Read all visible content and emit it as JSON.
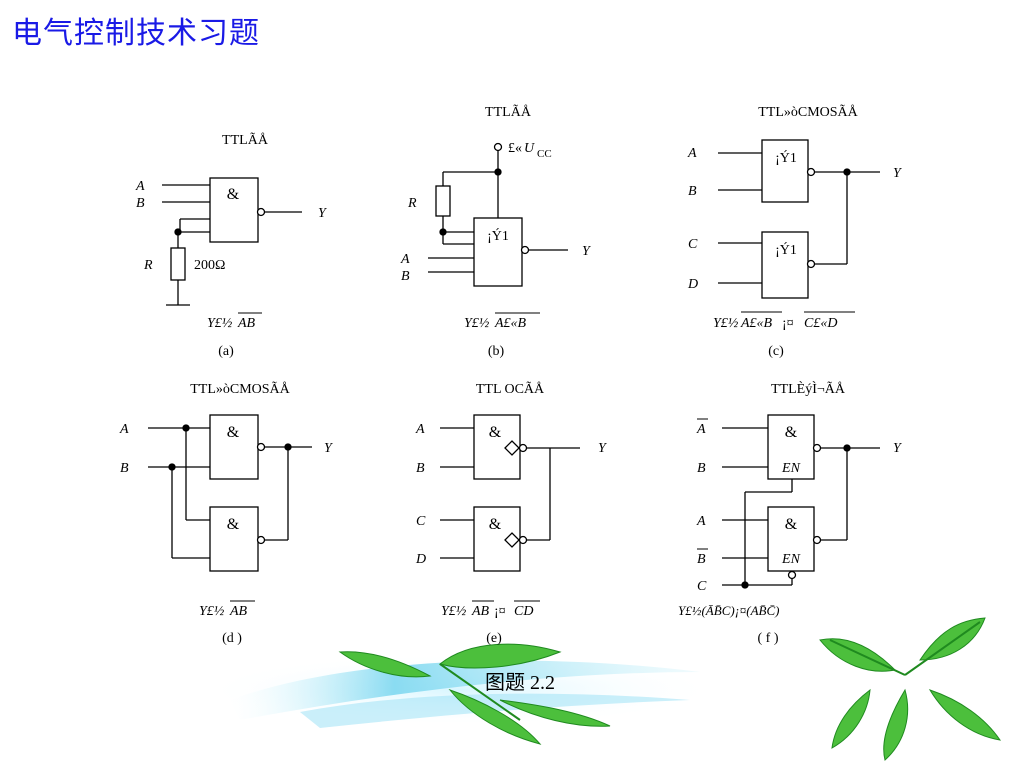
{
  "slide_title": "电气控制技术习题",
  "figure_caption": "图题 2.2",
  "panels": {
    "a": {
      "header": "TTLÃÅ",
      "in1": "A",
      "in2": "B",
      "gate": "&",
      "out": "Y",
      "r_label": "R",
      "r_value": "200Ω",
      "expr_prefix": "Y£½",
      "expr_over": "AB",
      "label": "(a)"
    },
    "b": {
      "header": "TTLÃÅ",
      "vcc_prefix": "£«",
      "vcc_main": "U",
      "vcc_sub": "CC",
      "r_label": "R",
      "gate": "¡Ý1",
      "in1": "A",
      "in2": "B",
      "out": "Y",
      "expr_prefix": "Y£½",
      "expr_over": "A£«B",
      "label": "(b)"
    },
    "c": {
      "header": "TTL»òCMOSÃÅ",
      "in_a": "A",
      "in_b": "B",
      "in_c": "C",
      "in_d": "D",
      "gate1": "¡Ý1",
      "gate2": "¡Ý1",
      "out": "Y",
      "expr_prefix": "Y£½",
      "expr_over1": "A£«B",
      "expr_mid": "¡¤",
      "expr_over2": "C£«D",
      "label": "(c)"
    },
    "d": {
      "header": "TTL»òCMOSÃÅ",
      "in1": "A",
      "in2": "B",
      "gate1": "&",
      "gate2": "&",
      "out": "Y",
      "expr_prefix": "Y£½",
      "expr_over": "AB",
      "label": "(d )"
    },
    "e": {
      "header": "TTL  OCÃÅ",
      "in_a": "A",
      "in_b": "B",
      "in_c": "C",
      "in_d": "D",
      "gate1": "&",
      "gate2": "&",
      "out": "Y",
      "expr_prefix": "Y£½",
      "expr_over1": "AB",
      "expr_mid": "¡¤",
      "expr_over2": "CD",
      "label": "(e)"
    },
    "f": {
      "header": "TTLÈýÌ¬ÃÅ",
      "in1": "A",
      "in2": "B",
      "in3": "A",
      "in4": "B",
      "in_c": "C",
      "gate1": "&",
      "gate2": "&",
      "en1": "EN",
      "en2": "EN",
      "out": "Y",
      "expr": "Y£½(ĀB̄C)¡¤(AB̄C̄)",
      "label": "( f )"
    }
  },
  "colors": {
    "title": "#1a1ae6",
    "line": "#000000",
    "leaf_light": "#c8f0c0",
    "leaf_dark": "#2aa52a"
  }
}
